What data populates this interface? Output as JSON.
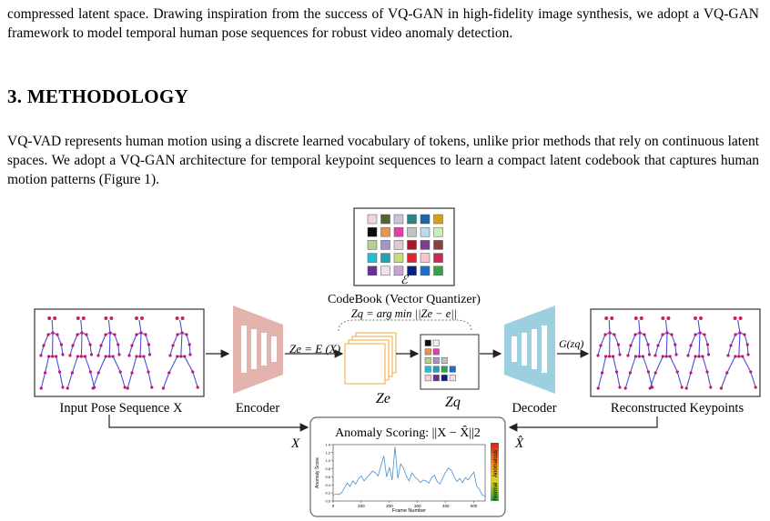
{
  "text": {
    "para1": "compressed latent space. Drawing inspiration from the success of VQ-GAN in high-fidelity image synthesis, we adopt a VQ-GAN framework to model temporal human pose sequences for robust video anomaly detection.",
    "heading": "3.   METHODOLOGY",
    "para2": "VQ-VAD represents human motion using a discrete learned vocabulary of tokens, unlike prior methods that rely on continuous latent spaces. We adopt a VQ-GAN architecture for temporal keypoint sequences to learn a compact latent codebook that captures human motion patterns (Figure 1)."
  },
  "figure": {
    "codebook_symbol": "ℰ",
    "codebook_title": "CodeBook (Vector Quantizer)",
    "codebook_eq": "Zq = arg min ||Ze − e||",
    "encoder_label": "Encoder",
    "decoder_label": "Decoder",
    "input_label": "Input Pose Sequence X",
    "output_label": "Reconstructed Keypoints",
    "ze_eq": "Ze = E (X)",
    "ze_label": "Ze",
    "zq_label": "Zq",
    "g_label": "G(zq)",
    "x_label": "X",
    "xhat_label": "X̂",
    "scoring_title": "Anomaly Scoring: ||X − X̂||2",
    "plot_ylabel": "Anomaly Score",
    "plot_xlabel": "Frame Number",
    "bar_normal": "Normal",
    "bar_anomalous": "Anomalous",
    "colors": {
      "encoder": "#e3b3ad",
      "decoder": "#9ccfe0",
      "limb": "#4b4fd6",
      "joint": "#c0186a",
      "head": "#c82060",
      "plot_line": "#4b8fd0"
    },
    "codebook_colors": [
      [
        "#f1d3dc",
        "#4e6432",
        "#c7c3dd",
        "#2d8386",
        "#1e65a8",
        "#d8a011"
      ],
      [
        "#0b0b0b",
        "#e9944a",
        "#e23fad",
        "#c2c2c2",
        "#bed8f3",
        "#c8f0b0"
      ],
      [
        "#b8cf8e",
        "#a495c7",
        "#dec8d8",
        "#ad1327",
        "#813a95",
        "#8b3f3e"
      ],
      [
        "#22bfd6",
        "#1ea4b6",
        "#c7da7a",
        "#e22533",
        "#f3c6c8",
        "#d2264f"
      ],
      [
        "#6b2f9d",
        "#f0e0ea",
        "#c8a3d6",
        "#0a1d80",
        "#1c6ed0",
        "#2ea64a"
      ]
    ],
    "quantized_colors": [
      [
        "#0b0b0b",
        "#f0f0f0"
      ],
      [
        "#e9944a",
        "#e23fad"
      ],
      [
        "#b8cf8e",
        "#a495c7",
        "#c2c2c2"
      ],
      [
        "#22bfd6",
        "#1ea4b6",
        "#2ea64a",
        "#1c6ed0"
      ],
      [
        "#f1d3dc",
        "#6b2f9d",
        "#0a1d80",
        "#f0e0ea"
      ]
    ]
  },
  "chart_data": {
    "type": "line",
    "title": "",
    "xlabel": "Frame Number",
    "ylabel": "Anomaly Score",
    "xlim": [
      0,
      540
    ],
    "ylim": [
      0,
      1.4
    ],
    "xticks": [
      "0",
      "100",
      "200",
      "300",
      "400",
      "500"
    ],
    "yticks": [
      "0.0",
      "0.2",
      "0.4",
      "0.6",
      "0.8",
      "1.0",
      "1.2",
      "1.4"
    ],
    "series": [
      {
        "x": [
          0,
          10,
          20,
          30,
          40,
          50,
          60,
          70,
          80,
          90,
          100,
          110,
          120,
          130,
          140,
          150,
          160,
          170,
          180,
          190,
          200,
          210,
          220,
          230,
          240,
          250,
          260,
          270,
          280,
          290,
          300,
          310,
          320,
          330,
          340,
          350,
          360,
          370,
          380,
          390,
          400,
          410,
          420,
          430,
          440,
          450,
          460,
          470,
          480,
          490,
          500,
          510,
          520,
          530,
          540
        ],
        "y": [
          0.15,
          0.17,
          0.16,
          0.2,
          0.32,
          0.45,
          0.36,
          0.5,
          0.42,
          0.55,
          0.62,
          0.5,
          0.58,
          0.66,
          0.74,
          0.7,
          0.62,
          0.88,
          1.12,
          0.6,
          0.84,
          0.52,
          1.35,
          0.56,
          0.92,
          0.82,
          0.62,
          0.5,
          0.7,
          0.6,
          0.54,
          0.46,
          0.52,
          0.5,
          0.44,
          0.58,
          0.64,
          0.48,
          0.42,
          0.58,
          0.72,
          0.82,
          0.76,
          0.6,
          0.48,
          0.56,
          0.46,
          0.58,
          0.52,
          0.62,
          0.72,
          0.38,
          0.28,
          0.15,
          0.12
        ]
      }
    ]
  }
}
